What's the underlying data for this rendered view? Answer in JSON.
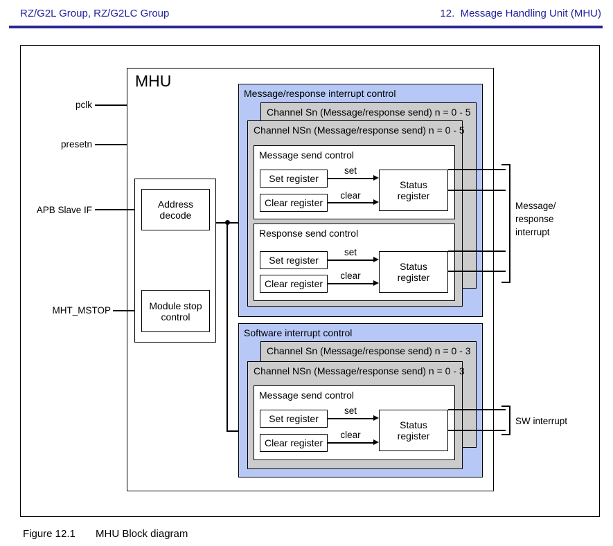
{
  "header": {
    "left": "RZ/G2L Group, RZ/G2LC Group",
    "right": "12.  Message Handling Unit (MHU)"
  },
  "caption": {
    "label": "Figure 12.1",
    "text": "MHU Block diagram"
  },
  "colors": {
    "header_blue": "#22229c",
    "rule_blue": "#2b2693",
    "panel_blue": "#b7c8f7",
    "channel_gray": "#cccccc",
    "ink": "#000000"
  },
  "mhu": {
    "title": "MHU"
  },
  "inputs": {
    "pclk": "pclk",
    "presetn": "presetn",
    "apb": "APB Slave IF",
    "mstop": "MHT_MSTOP"
  },
  "decode_block": {
    "address": "Address decode",
    "module_stop": "Module stop control"
  },
  "panel1": {
    "title": "Message/response interrupt control",
    "channel_s": "Channel Sn (Message/response send) n = 0 - 5",
    "channel_ns": "Channel NSn (Message/response send) n = 0 - 5",
    "msg": {
      "title": "Message send control",
      "set_reg": "Set register",
      "clear_reg": "Clear register",
      "status_reg": "Status register",
      "set": "set",
      "clear": "clear"
    },
    "rsp": {
      "title": "Response send control",
      "set_reg": "Set register",
      "clear_reg": "Clear register",
      "status_reg": "Status register",
      "set": "set",
      "clear": "clear"
    }
  },
  "panel2": {
    "title": "Software interrupt control",
    "channel_s": "Channel Sn (Message/response send) n = 0 - 3",
    "channel_ns": "Channel NSn (Message/response send) n = 0 - 3",
    "msg": {
      "title": "Message send control",
      "set_reg": "Set register",
      "clear_reg": "Clear register",
      "status_reg": "Status register",
      "set": "set",
      "clear": "clear"
    }
  },
  "outputs": {
    "msg_rsp": {
      "lines": [
        "Message/",
        "response",
        "interrupt"
      ]
    },
    "sw": "SW interrupt"
  }
}
